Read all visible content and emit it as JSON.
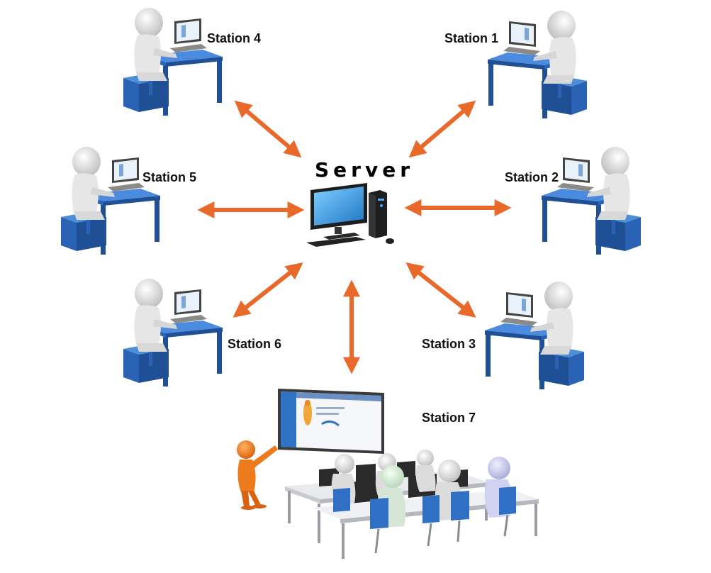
{
  "server": {
    "label": "Server",
    "icon": "desktop-computer-icon"
  },
  "stations": [
    {
      "id": "station-1",
      "label": "Station 1",
      "icon": "person-at-laptop-icon"
    },
    {
      "id": "station-2",
      "label": "Station 2",
      "icon": "person-at-laptop-icon"
    },
    {
      "id": "station-3",
      "label": "Station 3",
      "icon": "person-at-laptop-icon"
    },
    {
      "id": "station-4",
      "label": "Station 4",
      "icon": "person-at-laptop-icon"
    },
    {
      "id": "station-5",
      "label": "Station 5",
      "icon": "person-at-laptop-icon"
    },
    {
      "id": "station-6",
      "label": "Station 6",
      "icon": "person-at-laptop-icon"
    },
    {
      "id": "station-7",
      "label": "Station 7",
      "icon": "classroom-presentation-icon"
    }
  ],
  "colors": {
    "arrow": "#E8692A",
    "desk": "#2F6FC4",
    "desk_dark": "#1F4F94",
    "person": "#E4E4E4",
    "person_shade": "#BDBDBD",
    "presenter": "#F07A1E",
    "monitor": "#2B2B2B",
    "screen": "#3FA4E0"
  }
}
